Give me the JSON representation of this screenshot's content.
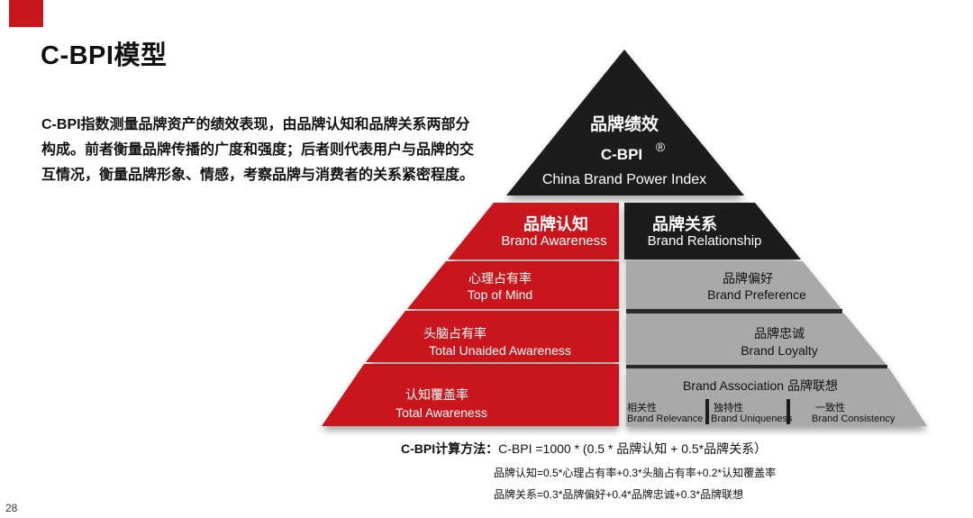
{
  "page": {
    "title": "C-BPI模型",
    "page_number": "28"
  },
  "description": "C-BPI指数测量品牌资产的绩效表现，由品牌认知和品牌关系两部分构成。前者衡量品牌传播的广度和强度；后者则代表用户与品牌的交互情况，衡量品牌形象、情感，考察品牌与消费者的关系紧密程度。",
  "pyramid": {
    "top": {
      "title": "品牌绩效",
      "cbpi": "C-BPI",
      "registered": "®",
      "english": "China Brand Power Index"
    },
    "awareness": {
      "title": "品牌认知",
      "english": "Brand Awareness",
      "levels": [
        {
          "cn": "心理占有率",
          "en": "Top of Mind"
        },
        {
          "cn": "头脑占有率",
          "en": "Total Unaided Awareness"
        },
        {
          "cn": "认知覆盖率",
          "en": "Total Awareness"
        }
      ]
    },
    "relationship": {
      "title": "品牌关系",
      "english": "Brand Relationship",
      "levels": [
        {
          "cn": "品牌偏好",
          "en": "Brand Preference"
        },
        {
          "cn": "品牌忠诚",
          "en": "Brand Loyalty"
        }
      ],
      "association": {
        "title": "Brand Association  品牌联想",
        "items": [
          {
            "cn": "相关性",
            "en": "Brand Relevance"
          },
          {
            "cn": "独特性",
            "en": "Brand Uniqueness"
          },
          {
            "cn": "一致性",
            "en": "Brand Consistency"
          }
        ]
      }
    }
  },
  "formula": {
    "label": "C-BPI计算方法：",
    "main": "C-BPI =1000 * (0.5 * 品牌认知 + 0.5*品牌关系）",
    "awareness": "品牌认知=0.5*心理占有率+0.3*头脑占有率+0.2*认知覆盖率",
    "relationship": "品牌关系=0.3*品牌偏好+0.4*品牌忠诚+0.3*品牌联想"
  },
  "colors": {
    "brand_red": "#c8161d",
    "dark": "#1c1c1c",
    "gray": "#a9a9a9"
  }
}
